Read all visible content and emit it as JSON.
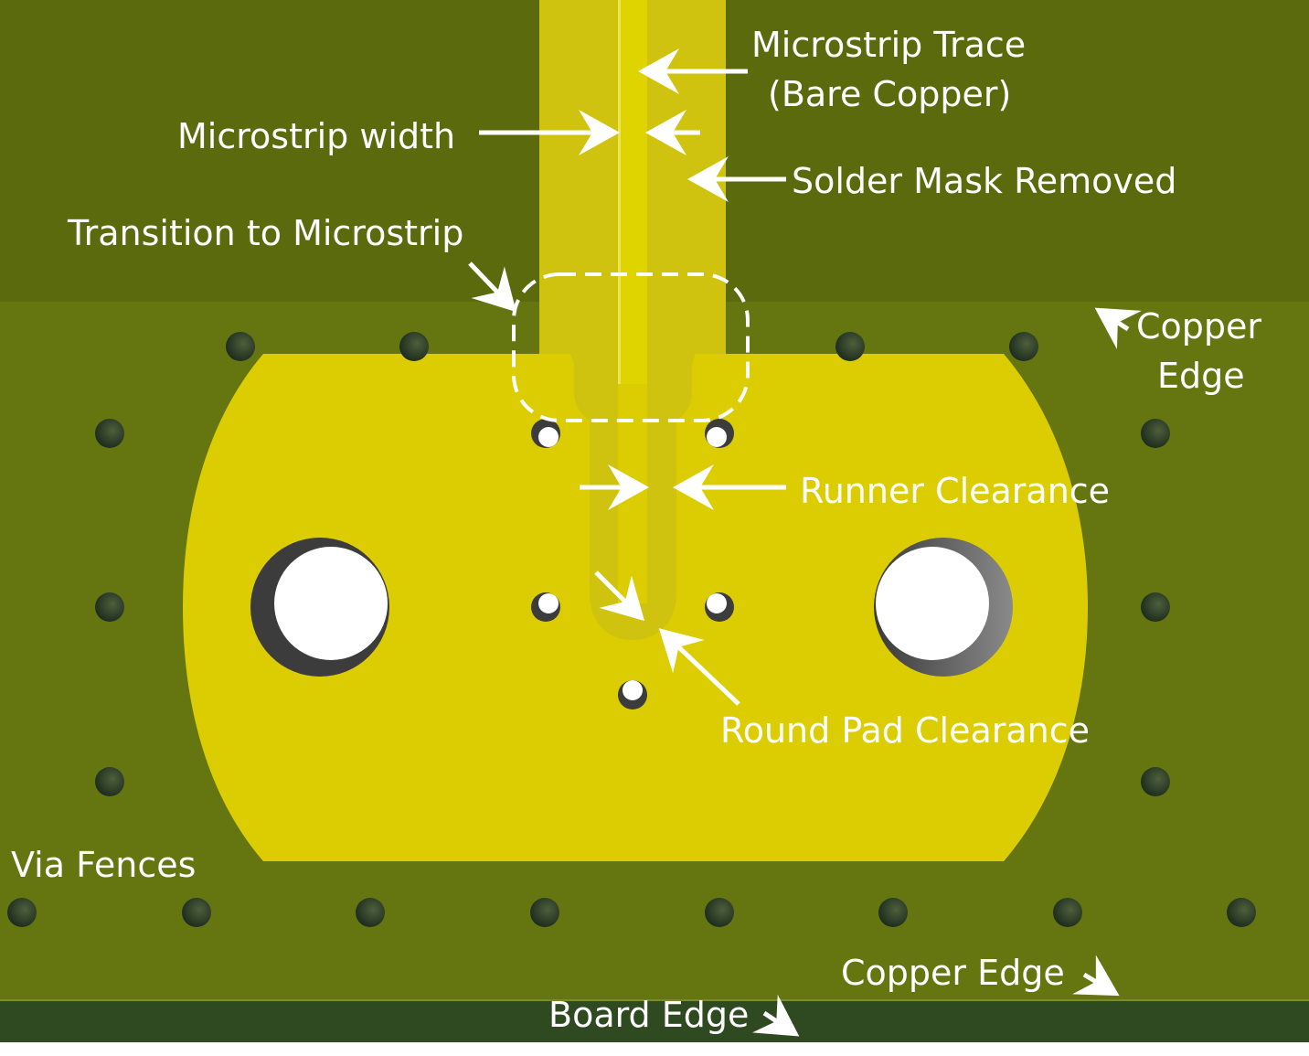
{
  "labels": {
    "microstrip_trace_line1": "Microstrip Trace",
    "microstrip_trace_line2": "(Bare Copper)",
    "microstrip_width": "Microstrip width",
    "solder_mask_removed": "Solder Mask Removed",
    "transition_to_microstrip": "Transition to Microstrip",
    "copper_edge_top_line1": "Copper",
    "copper_edge_top_line2": "Edge",
    "runner_clearance": "Runner Clearance",
    "round_pad_clearance": "Round Pad Clearance",
    "via_fences": "Via Fences",
    "copper_edge_bottom": "Copper Edge",
    "board_edge": "Board Edge"
  },
  "colors": {
    "board_dark": "#5a6a0c",
    "board_light": "#657510",
    "copper_pad": "#dccd02",
    "solder_mask_opening": "#cfc30f",
    "trace_center": "#e0d400",
    "via": "#1f2e16",
    "board_edge_strip": "#2f4a20",
    "text": "#ffffff"
  }
}
